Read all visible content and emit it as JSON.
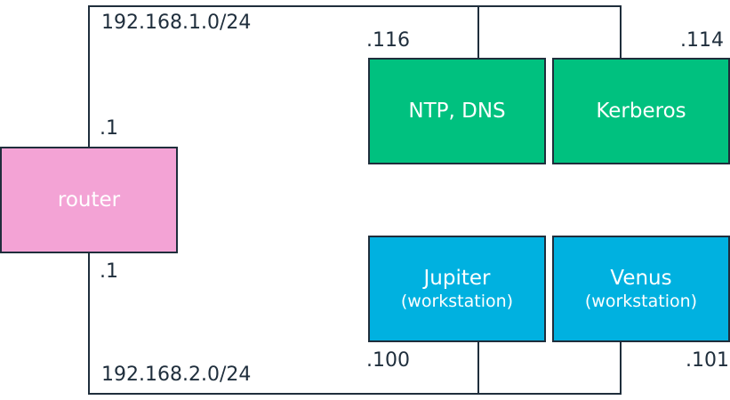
{
  "colors": {
    "router": "#f3a3d5",
    "server": "#00c17f",
    "workstation": "#00b1e0",
    "line": "#1f2e3c"
  },
  "networks": {
    "top": {
      "label": "192.168.1.0/24"
    },
    "bottom": {
      "label": "192.168.2.0/24"
    }
  },
  "router": {
    "label": "router",
    "top_addr": ".1",
    "bottom_addr": ".1"
  },
  "servers": [
    {
      "name": "NTP, DNS",
      "addr": ".116"
    },
    {
      "name": "Kerberos",
      "addr": ".114"
    }
  ],
  "workstations": [
    {
      "name": "Jupiter",
      "role": "(workstation)",
      "addr": ".100"
    },
    {
      "name": "Venus",
      "role": "(workstation)",
      "addr": ".101"
    }
  ]
}
